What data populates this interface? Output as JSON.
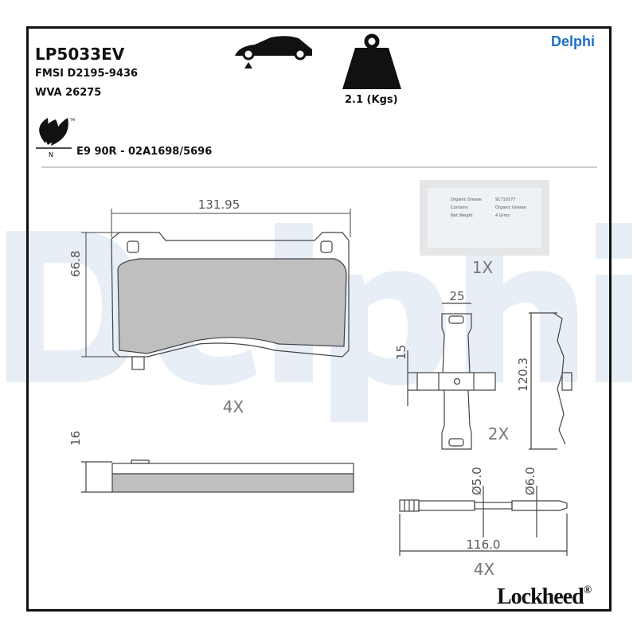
{
  "header": {
    "part_number": "LP5033EV",
    "fmsi": "FMSI D2195-9436",
    "wva": "WVA 26275",
    "weight": "2.1 (Kgs)",
    "approval": "E9 90R - 02A1698/5696",
    "brand": "Delphi",
    "eco_label_n": "N",
    "eco_label_tm": "TM",
    "footer_brand": "Lockheed",
    "footer_brand_mark": "®",
    "watermark": "Delphi"
  },
  "icons": [
    "car-axle-icon",
    "weight-icon",
    "eco-leaf-icon"
  ],
  "colors": {
    "brand_blue": "#1e6fc5",
    "watermark": "#e8eef6",
    "pad_fill": "#bfbfbf"
  },
  "drawing": {
    "pad_width": "131.95",
    "pad_height": "66.8",
    "pad_qty": "4X",
    "pad_thickness": "16",
    "grease_qty": "1X",
    "grease_label": {
      "l1": "Organic Grease",
      "l2": "Contains",
      "l3": "Net Weight",
      "v1": "91710377",
      "v2": "Organic Grease",
      "v3": "4 Grms"
    },
    "clip_width": "25",
    "clip_offset": "15",
    "clip_length": "120.3",
    "clip_qty": "2X",
    "pin_d1": "Ø5.0",
    "pin_d2": "Ø6.0",
    "pin_length": "116.0",
    "pin_qty": "4X"
  }
}
